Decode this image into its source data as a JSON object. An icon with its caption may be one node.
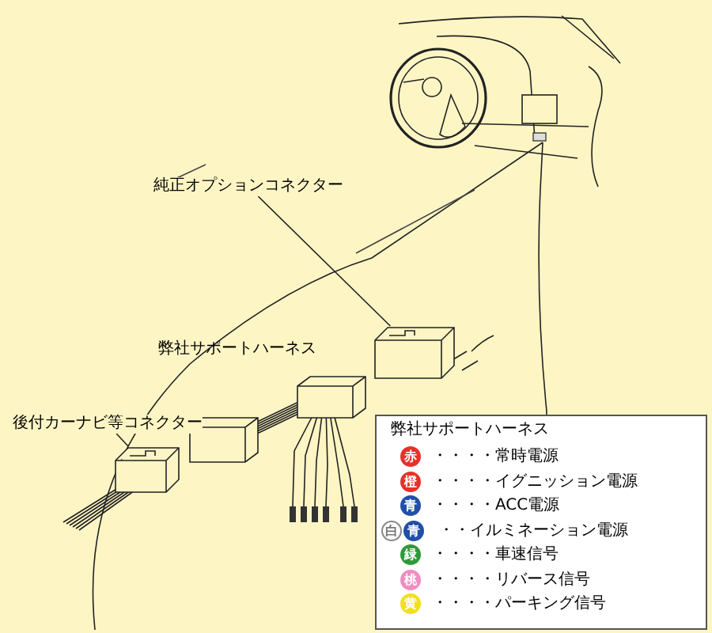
{
  "diagram": {
    "nodes": [
      {
        "text": [
          "純正オプションコネクター"
        ]
      },
      {
        "text": [],
        "shape": "box"
      },
      {
        "text": [
          "後付カーナビ等コネクター"
        ]
      },
      {
        "text": [],
        "shape": "box"
      }
    ],
    "edges": [
      {
        "from": 0,
        "to": 1,
        "arrow": "none"
      },
      {
        "from": 2,
        "to": 3,
        "arrow": "none"
      }
    ],
    "labels": [
      "弊社サポートハーネス",
      "弊社サポートハーネス",
      "赤",
      "橙",
      "青",
      "白",
      "青",
      "緑",
      "桃",
      "黄"
    ],
    "legend": [
      {
        "text": "・・・・常時電源",
        "color": "#e8302a"
      },
      {
        "text": "・・・・イグニッション電源",
        "color": "#e8302a"
      },
      {
        "text": "・・・・ACC電源",
        "color": "#1f4fa8"
      },
      {
        "text": "・・イルミネーション電源",
        "color": "#1f4fa8"
      },
      {
        "text": "・・・・車速信号",
        "color": "#2e9a3a"
      },
      {
        "text": "・・・・リバース信号",
        "color": "#f08cc0"
      },
      {
        "text": "・・・・パーキング信号",
        "color": "#f2e01a"
      }
    ]
  }
}
